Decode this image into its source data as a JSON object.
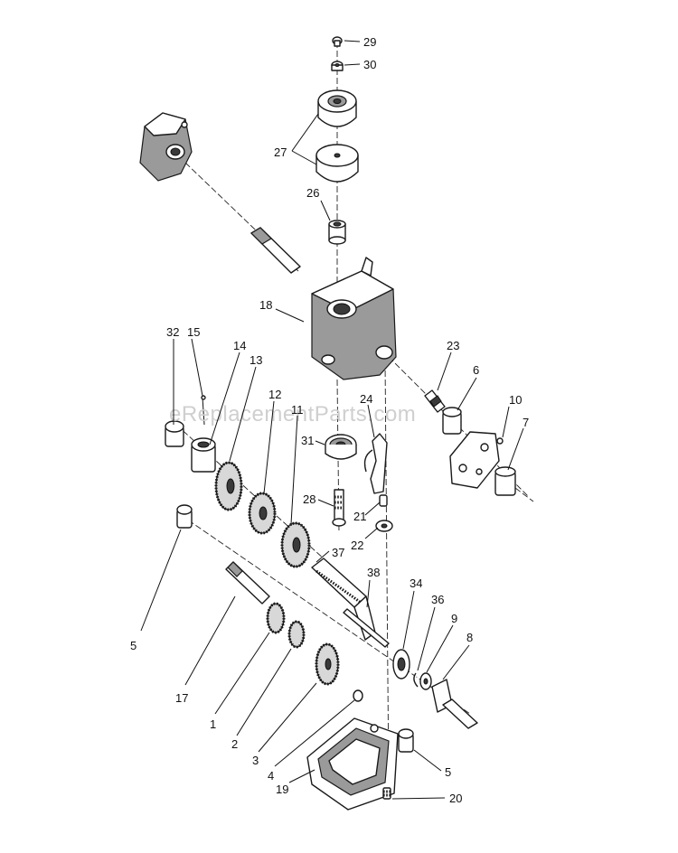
{
  "watermark": "eReplacementParts.com",
  "callouts": [
    {
      "id": "c29",
      "text": "29"
    },
    {
      "id": "c30",
      "text": "30"
    },
    {
      "id": "c27",
      "text": "27"
    },
    {
      "id": "c26",
      "text": "26"
    },
    {
      "id": "c18",
      "text": "18"
    },
    {
      "id": "c32",
      "text": "32"
    },
    {
      "id": "c15",
      "text": "15"
    },
    {
      "id": "c14",
      "text": "14"
    },
    {
      "id": "c13",
      "text": "13"
    },
    {
      "id": "c12",
      "text": "12"
    },
    {
      "id": "c11",
      "text": "11"
    },
    {
      "id": "c23",
      "text": "23"
    },
    {
      "id": "c6",
      "text": "6"
    },
    {
      "id": "c24",
      "text": "24"
    },
    {
      "id": "c10",
      "text": "10"
    },
    {
      "id": "c7",
      "text": "7"
    },
    {
      "id": "c31",
      "text": "31"
    },
    {
      "id": "c28",
      "text": "28"
    },
    {
      "id": "c21",
      "text": "21"
    },
    {
      "id": "c22",
      "text": "22"
    },
    {
      "id": "c37",
      "text": "37"
    },
    {
      "id": "c38",
      "text": "38"
    },
    {
      "id": "c34",
      "text": "34"
    },
    {
      "id": "c36",
      "text": "36"
    },
    {
      "id": "c9",
      "text": "9"
    },
    {
      "id": "c8",
      "text": "8"
    },
    {
      "id": "c5a",
      "text": "5"
    },
    {
      "id": "c17",
      "text": "17"
    },
    {
      "id": "c1",
      "text": "1"
    },
    {
      "id": "c2",
      "text": "2"
    },
    {
      "id": "c3",
      "text": "3"
    },
    {
      "id": "c4",
      "text": "4"
    },
    {
      "id": "c19",
      "text": "19"
    },
    {
      "id": "c5b",
      "text": "5"
    },
    {
      "id": "c20",
      "text": "20"
    }
  ]
}
